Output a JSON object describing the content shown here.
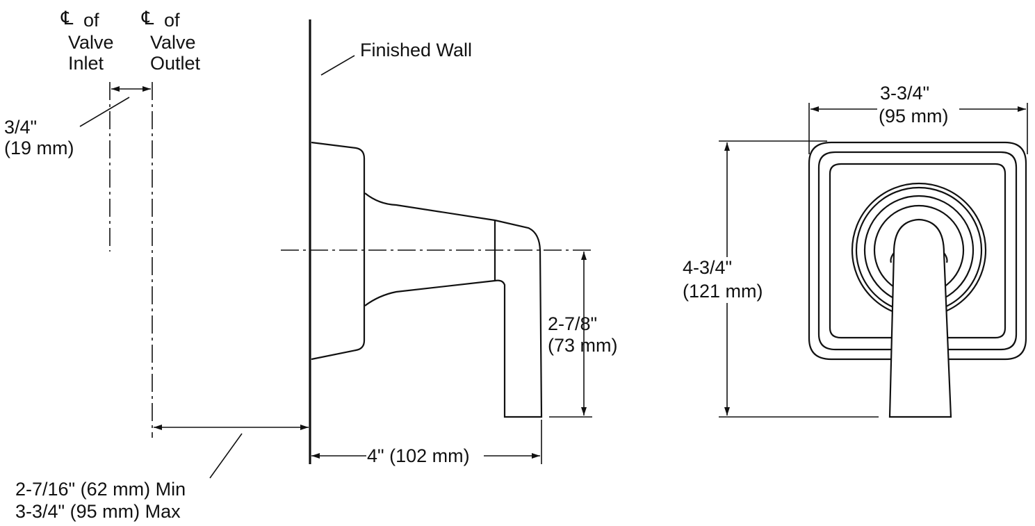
{
  "labels": {
    "cl_inlet": {
      "symbol": "℄",
      "line1": "of",
      "line2": "Valve",
      "line3": "Inlet"
    },
    "cl_outlet": {
      "symbol": "℄",
      "line1": "of",
      "line2": "Valve",
      "line3": "Outlet"
    },
    "finished_wall": "Finished Wall",
    "offset_in": "3/4\"",
    "offset_mm": "(19 mm)",
    "depth_min": "2-7/16\" (62 mm) Min",
    "depth_max": "3-3/4\" (95 mm) Max",
    "projection": "4\" (102 mm)",
    "lever_drop_in": "2-7/8\"",
    "lever_drop_mm": "(73 mm)",
    "plate_width_in": "3-3/4\"",
    "plate_width_mm": "(95 mm)",
    "plate_height_in": "4-3/4\"",
    "plate_height_mm": "(121 mm)"
  }
}
